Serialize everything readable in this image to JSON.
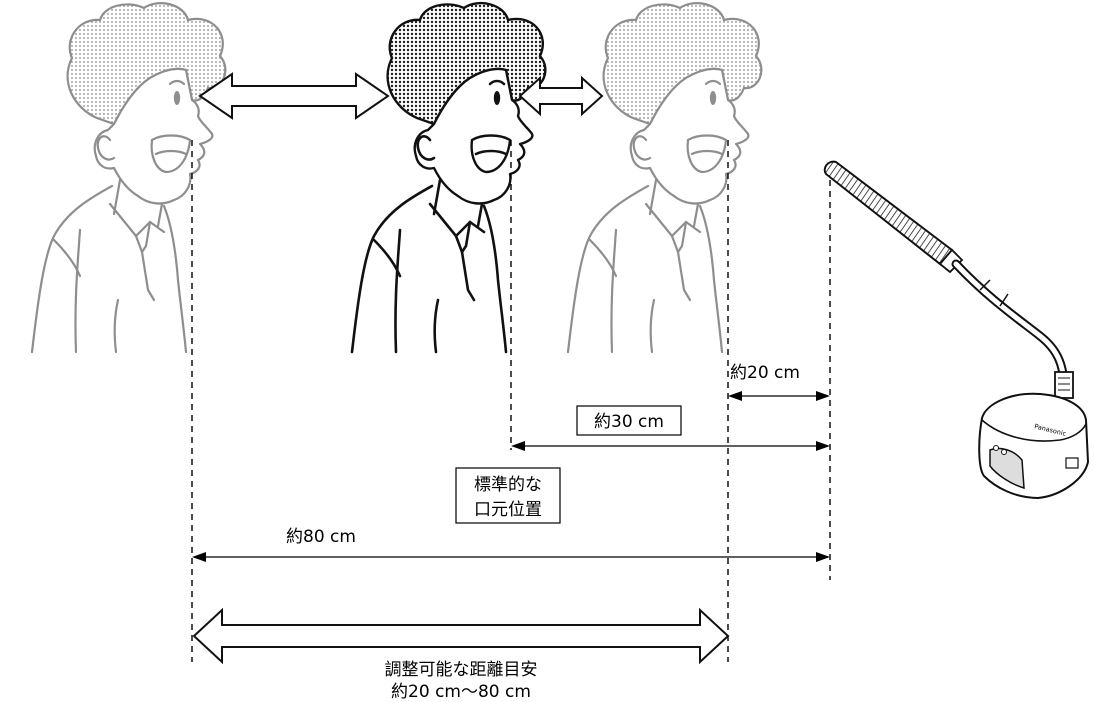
{
  "labels": {
    "dist_20": "約20 cm",
    "dist_30": "約30 cm",
    "standard_line1": "標準的な",
    "standard_line2": "口元位置",
    "dist_80": "約80 cm",
    "range_line1": "調整可能な距離目安",
    "range_line2": "約20 cm〜80 cm"
  },
  "microphone": {
    "brand": "Panasonic"
  },
  "colors": {
    "far_and_near_person": "#8e8e8e",
    "standard_person": "#111111",
    "hair_dots_light": "#8a8a8a",
    "hair_dots_dark": "#1e1e1e"
  }
}
